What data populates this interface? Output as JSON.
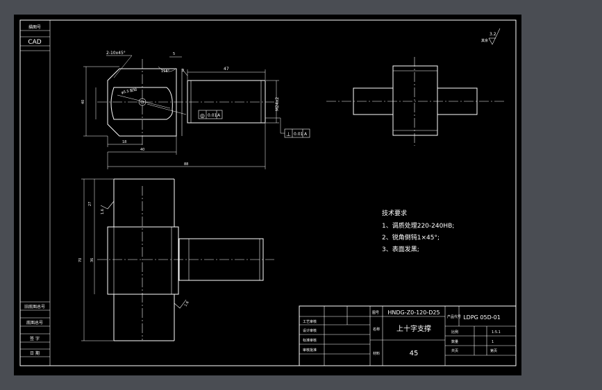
{
  "colors": {
    "background": "#4a4d53",
    "paper": "#000000",
    "line": "#ffffff"
  },
  "left_strip": {
    "top_label": "描图号",
    "cad_label": "CAD",
    "row1": "旧底图总号",
    "row2": "底图总号",
    "row3": "签 字",
    "row4": "日 期"
  },
  "roughness": {
    "value": "3.2",
    "label": "其余"
  },
  "front_view": {
    "chamfer": "2-10x45°",
    "dim_5": "5",
    "dim_angle": "118°",
    "dim_2": "2",
    "dim_47": "47",
    "hole_note": "φ5.5 配钻",
    "dim_h": "40",
    "dim_18": "18",
    "dim_40": "40",
    "dim_88": "88",
    "thread": "M24x2",
    "concentricity_symbol": "◎",
    "concentricity_value": "0.01",
    "concentricity_datum": "A",
    "perp_symbol": "⊥",
    "perp_value": "0.01",
    "perp_datum": "A"
  },
  "bottom_view": {
    "dim_27": "27",
    "dim_36": "36",
    "dim_70": "70",
    "rough_1": "1.6",
    "rough_2": "1.6"
  },
  "notes": {
    "heading": "技术要求",
    "item1": "1、调质处理220-240HB;",
    "item2": "2、锐角倒钝1×45°;",
    "item3": "3、表面发黑;"
  },
  "title_block": {
    "drawing_code": "HNDG-Z0-120-D25",
    "part_name": "上十字支撑",
    "material": "45",
    "doc_no_label": "图号",
    "name_label": "名称",
    "material_label": "材料",
    "part_code_label": "产品代号",
    "part_code": "LDPG 05D-01",
    "ratio_label": "比例",
    "ratio": "1:5.1",
    "qty_label": "数量",
    "qty": "1",
    "sheet_label": "共页",
    "sheet_label2": "第页",
    "sig_rows": [
      "工艺审核",
      "设计审核",
      "标准审核",
      "审核批准"
    ]
  }
}
